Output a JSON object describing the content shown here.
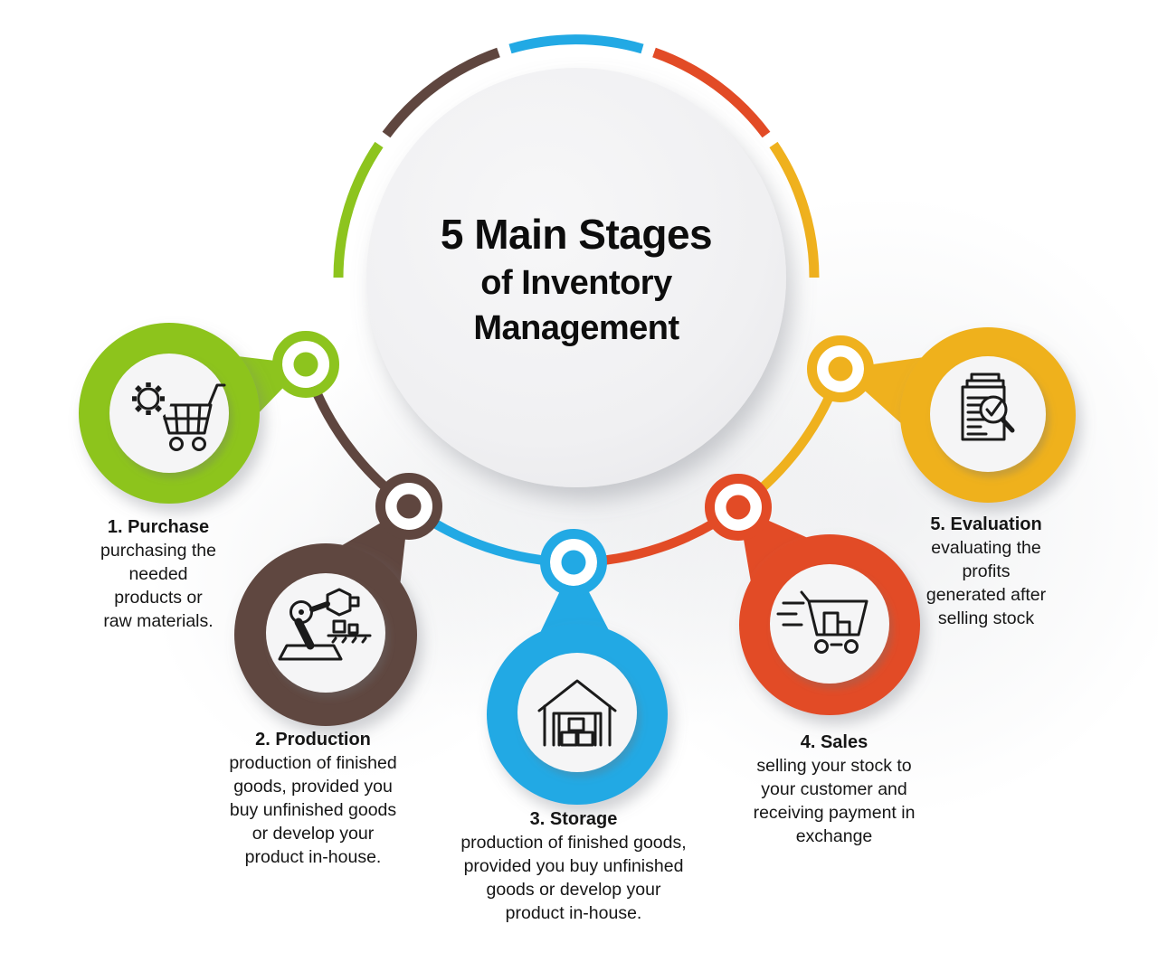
{
  "title": {
    "line1": "5 Main Stages",
    "line2": "of Inventory",
    "line3": "Management"
  },
  "stages": [
    {
      "number": 1,
      "title": "1. Purchase",
      "description": "purchasing the\nneeded\nproducts or\nraw materials.",
      "color": "#8dc41e",
      "icon": "gear-cart-icon"
    },
    {
      "number": 2,
      "title": "2. Production",
      "description": "production of finished\ngoods, provided you\nbuy unfinished goods\nor develop your\nproduct in-house.",
      "color": "#5f463f",
      "icon": "robot-arm-icon"
    },
    {
      "number": 3,
      "title": "3. Storage",
      "description": "production of finished goods,\nprovided you buy unfinished\ngoods or develop your\nproduct in-house.",
      "color": "#22a9e4",
      "icon": "warehouse-icon"
    },
    {
      "number": 4,
      "title": "4. Sales",
      "description": "selling your stock to\nyour customer and\nreceiving payment in\nexchange",
      "color": "#e24b26",
      "icon": "fast-cart-icon"
    },
    {
      "number": 5,
      "title": "5. Evaluation",
      "description": "evaluating the\nprofits\ngenerated after\nselling stock",
      "color": "#efb11e",
      "icon": "report-magnifier-icon"
    }
  ],
  "colors": {
    "green": "#8dc41e",
    "brown": "#5f463f",
    "blue": "#22a9e4",
    "red": "#e24b26",
    "yellow": "#efb11e",
    "icon_stroke": "#1b1b1b",
    "center_circle": "#f0f0f2"
  }
}
